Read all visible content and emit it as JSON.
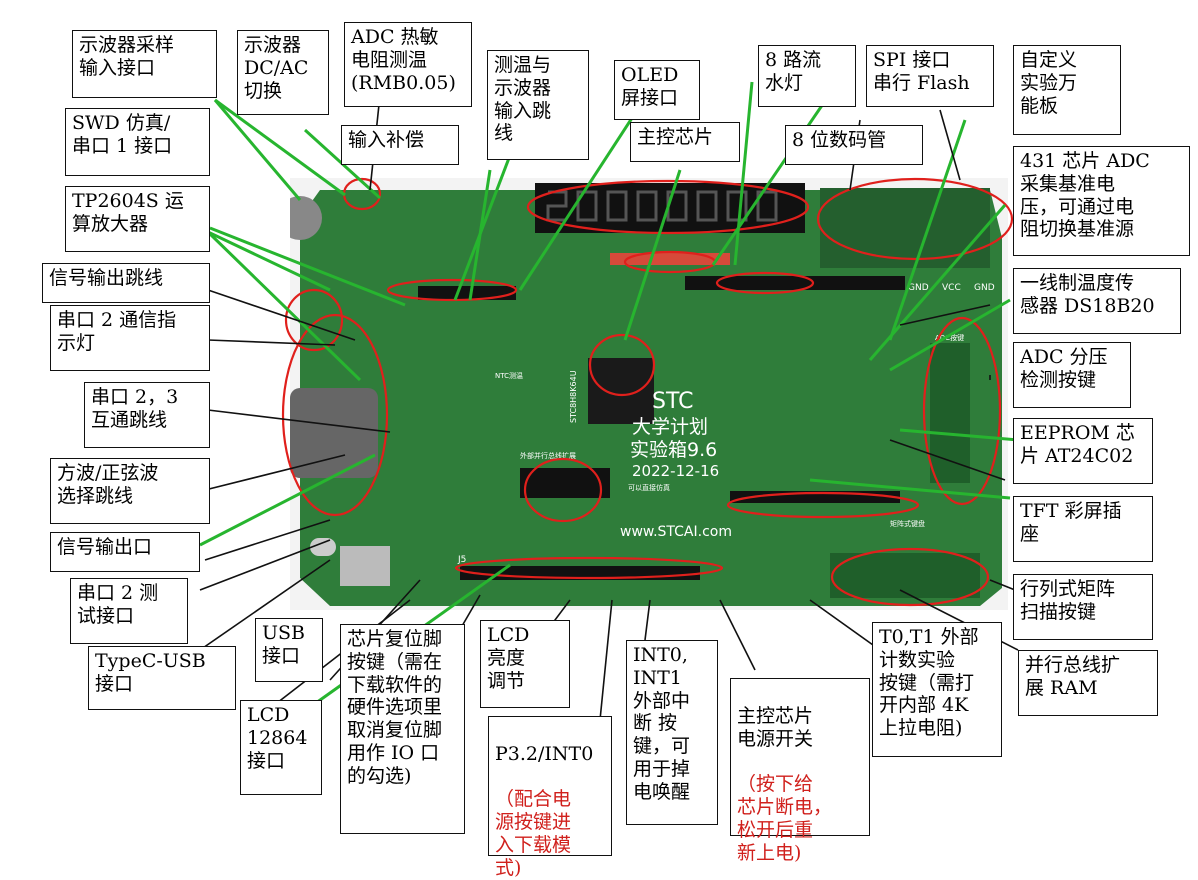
{
  "board_text": {
    "brand": "STC",
    "line1": "大学计划",
    "line2": "实验箱9.6",
    "date": "2022-12-16",
    "url": "www.STCAI.com",
    "chip_model": "STC8H8K64U",
    "pin_gnd": "GND",
    "pin_vcc": "VCC",
    "pin_gnd2": "GND",
    "ext_bus": "外部并行总线扩展",
    "ntc_jumper": "NTC测温",
    "adc_key_label": "ADC按键",
    "matrix_label": "矩阵式键盘",
    "lcd_conn": "J5",
    "rtc_note": "可以直接仿真",
    "colors": {
      "pcb": "#2f7d3a",
      "pcb_dark": "#1f5f2a",
      "highlight": "#e0201c",
      "leader_green": "#27b52f",
      "leader_black": "#111111"
    }
  },
  "labels": {
    "osc_sample": "示波器采样\n输入接口",
    "osc_dcac": "示波器\nDC/AC\n切换",
    "adc_thermistor": "ADC 热敏\n电阻测温\n(RMB0.05)",
    "temp_osc_jumper": "测温与\n示波器\n输入跳\n线",
    "oled": "OLED\n屏接口",
    "leds8": "8 路流\n水灯",
    "spi_flash": "SPI 接口\n串行 Flash",
    "proto_board": "自定义\n实验万\n能板",
    "swd": "SWD 仿真/\n串口 1 接口",
    "input_comp": "输入补偿",
    "main_chip": "主控芯片",
    "seg8": "8 位数码管",
    "tl431": "431 芯片 ADC\n采集基准电\n压，可通过电\n阻切换基准源",
    "tp2604s": "TP2604S 运\n算放大器",
    "sig_out_jumper": "信号输出跳线",
    "uart2_led": "串口 2 通信指\n示灯",
    "ds18b20": "一线制温度传\n感器 DS18B20",
    "adc_keys": "ADC 分压\n检测按键",
    "uart23_jumper": "串口 2，3\n互通跳线",
    "eeprom": "EEPROM 芯\n片 AT24C02",
    "wave_select": "方波/正弦波\n选择跳线",
    "tft": "TFT 彩屏插\n座",
    "sig_out_port": "信号输出口",
    "matrix_keys": "行列式矩阵\n扫描按键",
    "uart2_test": "串口 2 测\n试接口",
    "usb": "USB\n接口",
    "typec": "TypeC-USB\n接口",
    "lcd12864": "LCD\n12864\n接口",
    "reset_key": "芯片复位脚\n按键（需在\n下载软件的\n硬件选项里\n取消复位脚\n用作 IO 口\n的勾选)",
    "lcd_brightness": "LCD\n亮度\n调节",
    "p32_title": "P3.2/INT0",
    "p32_red": "（配合电\n源按键进\n入下载模\n式)",
    "int01": "INT0,\nINT1\n外部中\n断 按\n键，可\n用于掉\n电唤醒",
    "power_title": "主控芯片\n电源开关",
    "power_red": "（按下给\n芯片断电，\n松开后重\n新上电)",
    "t01": "T0,T1 外部\n计数实验\n按键（需打\n开内部 4K\n上拉电阻)",
    "ext_ram": "并行总线扩\n展 RAM"
  }
}
